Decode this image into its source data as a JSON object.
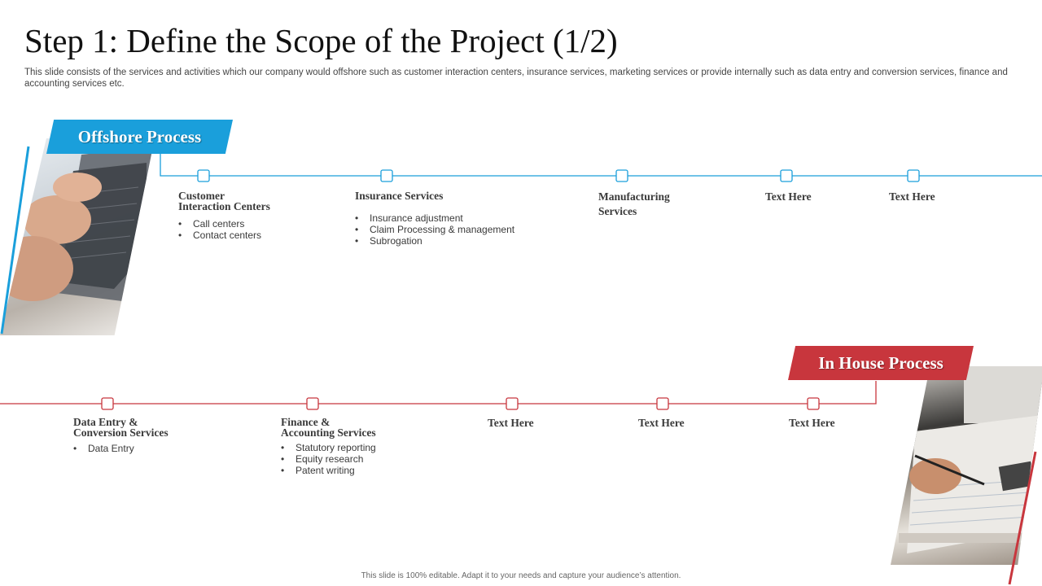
{
  "title": "Step 1: Define the Scope of the Project (1/2)",
  "subtitle": "This slide consists of the services and activities which our company would offshore such as customer interaction centers, insurance services, marketing services or provide internally such as data entry and conversion services, finance and accounting services etc.",
  "colors": {
    "offshore": "#1a9fdb",
    "inhouse": "#c8363d"
  },
  "offshore": {
    "label": "Offshore Process",
    "steps": [
      {
        "title": "Customer\nInteraction Centers",
        "bullets": [
          "Call centers",
          "Contact centers"
        ]
      },
      {
        "title": "Insurance Services",
        "bullets": [
          "Insurance adjustment",
          "Claim Processing & management",
          "Subrogation"
        ]
      },
      {
        "title": "Manufacturing\nServices",
        "bullets": []
      },
      {
        "title": "Text Here",
        "bullets": []
      },
      {
        "title": "Text Here",
        "bullets": []
      }
    ]
  },
  "inhouse": {
    "label": "In House Process",
    "steps": [
      {
        "title": "Data Entry &\nConversion Services",
        "bullets": [
          "Data Entry"
        ]
      },
      {
        "title": "Finance &\nAccounting Services",
        "bullets": [
          "Statutory reporting",
          "Equity research",
          "Patent writing"
        ]
      },
      {
        "title": "Text Here",
        "bullets": []
      },
      {
        "title": "Text Here",
        "bullets": []
      },
      {
        "title": "Text Here",
        "bullets": []
      }
    ]
  },
  "footer": "This slide is 100% editable. Adapt it to your needs and capture your audience’s attention."
}
